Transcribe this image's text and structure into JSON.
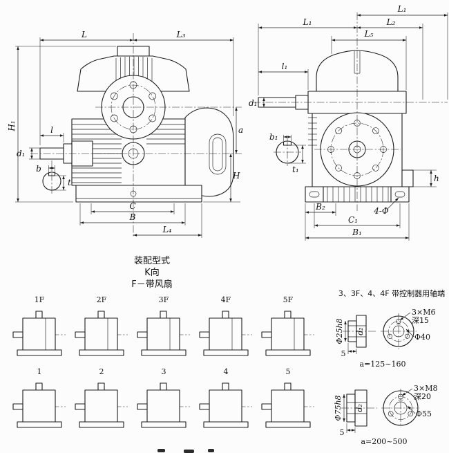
{
  "front_view": {
    "dims": {
      "L": "L",
      "L3": "L₃",
      "H1": "H₁",
      "l": "l",
      "d1": "d₁",
      "b": "b",
      "t": "t",
      "a": "a",
      "H": "H",
      "C": "C",
      "B": "B",
      "L4": "L₄"
    }
  },
  "side_view": {
    "dims": {
      "L1_total": "L₁",
      "L1": "L₁",
      "L2": "L₂",
      "L5": "L₅",
      "l1": "l₁",
      "d1": "d₁",
      "b1": "b₁",
      "t1": "t₁",
      "h": "h",
      "B2": "B₂",
      "C1": "C₁",
      "B1": "B₁",
      "holes": "4-Φ"
    }
  },
  "assembly": {
    "title": "装配型式",
    "view_label": "K向",
    "fan_note": "F－带风扇",
    "fan_variants": [
      "1F",
      "2F",
      "3F",
      "4F",
      "5F"
    ],
    "plain_variants": [
      "1",
      "2",
      "3",
      "4",
      "5"
    ]
  },
  "shaft_end": {
    "title": "3、3F、4、4F 带控制器用轴端",
    "small": {
      "pilot": "Φ25h8",
      "bore": "d₂",
      "thread": "3×M6",
      "depth": "深15",
      "face_dia": "Φ40",
      "flange_width": "5",
      "range": "a=125~160"
    },
    "large": {
      "pilot": "Φ75h8",
      "bore": "d₂",
      "thread": "3×M8",
      "depth": "深20",
      "face_dia": "Φ55",
      "flange_width": "5",
      "range": "a=200~500"
    }
  }
}
